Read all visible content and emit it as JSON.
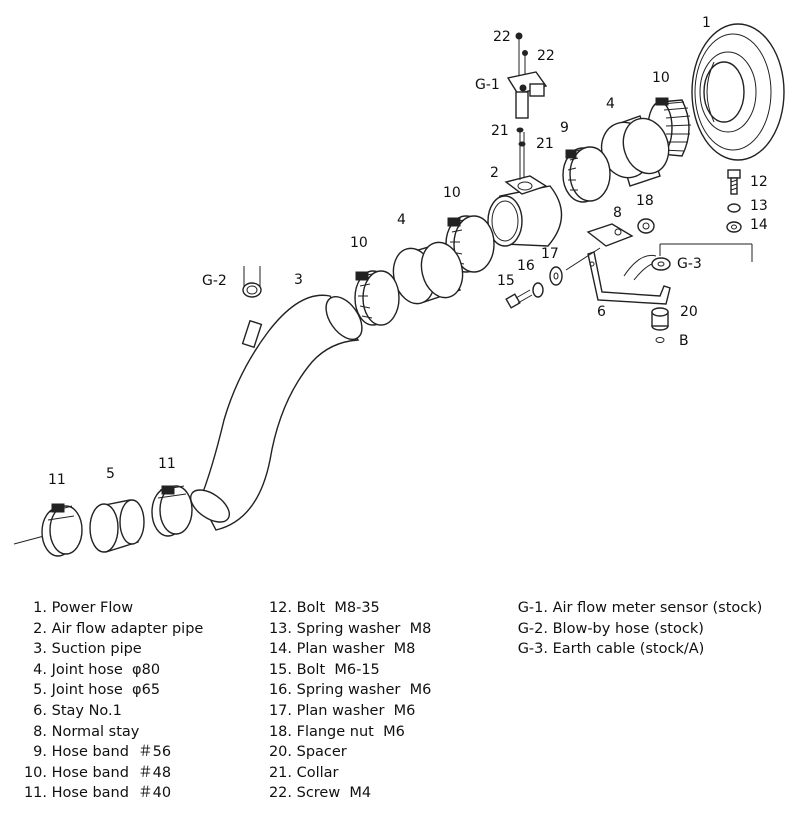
{
  "callouts": {
    "c1": "1",
    "c2": "2",
    "c3": "3",
    "c4a": "4",
    "c4b": "4",
    "c5": "5",
    "c6": "6",
    "c8": "8",
    "c9": "9",
    "c10a": "10",
    "c10b": "10",
    "c10c": "10",
    "c11a": "11",
    "c11b": "11",
    "c12": "12",
    "c13": "13",
    "c14": "14",
    "c15": "15",
    "c16": "16",
    "c17": "17",
    "c18": "18",
    "c20": "20",
    "c21a": "21",
    "c21b": "21",
    "c22a": "22",
    "c22b": "22",
    "g1": "G-1",
    "g2": "G-2",
    "g3": "G-3",
    "b": "B"
  },
  "legend": {
    "col1": [
      {
        "num": "1.",
        "text": "Power Flow"
      },
      {
        "num": "2.",
        "text": "Air flow adapter pipe"
      },
      {
        "num": "3.",
        "text": "Suction pipe"
      },
      {
        "num": "4.",
        "text": "Joint hose  φ80"
      },
      {
        "num": "5.",
        "text": "Joint hose  φ65"
      },
      {
        "num": "6.",
        "text": "Stay No.1"
      },
      {
        "num": "8.",
        "text": "Normal stay"
      },
      {
        "num": "9.",
        "text": "Hose band  ＃56"
      },
      {
        "num": "10.",
        "text": "Hose band  ＃48"
      },
      {
        "num": "11.",
        "text": "Hose band  ＃40"
      }
    ],
    "col2": [
      {
        "num": "12.",
        "text": "Bolt  M8-35"
      },
      {
        "num": "13.",
        "text": "Spring washer  M8"
      },
      {
        "num": "14.",
        "text": "Plan washer  M8"
      },
      {
        "num": "15.",
        "text": "Bolt  M6-15"
      },
      {
        "num": "16.",
        "text": "Spring washer  M6"
      },
      {
        "num": "17.",
        "text": "Plan washer  M6"
      },
      {
        "num": "18.",
        "text": "Flange nut  M6"
      },
      {
        "num": "20.",
        "text": "Spacer"
      },
      {
        "num": "21.",
        "text": "Collar"
      },
      {
        "num": "22.",
        "text": "Screw  M4"
      }
    ],
    "col3": [
      {
        "num": "G-1.",
        "text": "Air flow meter sensor (stock)"
      },
      {
        "num": "G-2.",
        "text": "Blow-by hose (stock)"
      },
      {
        "num": "G-3.",
        "text": "Earth cable (stock/A)"
      }
    ]
  }
}
